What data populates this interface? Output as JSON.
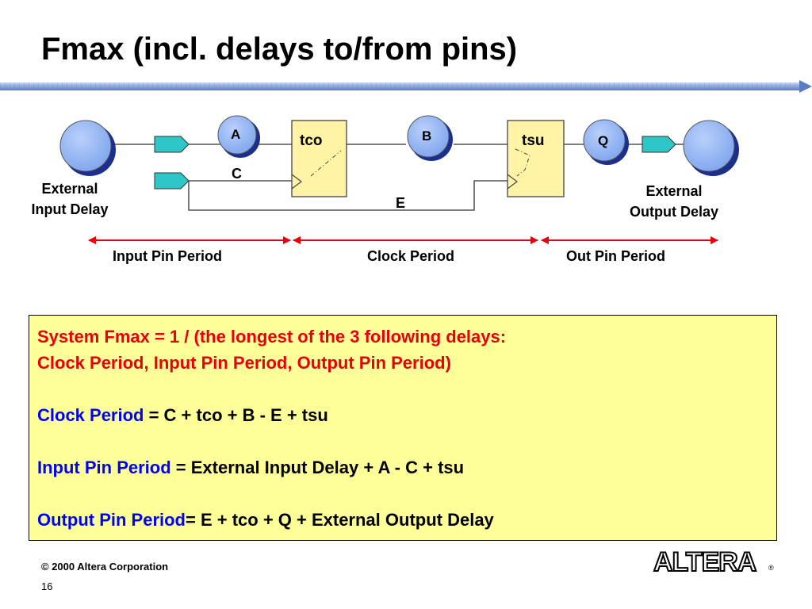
{
  "slide": {
    "title": "Fmax (incl. delays to/from pins)",
    "footer": "© 2000 Altera Corporation",
    "page_number": "16",
    "logo_text": "ALTERA",
    "logo_mark": "®"
  },
  "diagram": {
    "node_a": "A",
    "node_b": "B",
    "node_q": "Q",
    "reg1_label": "tco",
    "reg2_label": "tsu",
    "wire_c": "C",
    "wire_e": "E",
    "ext_input_delay": [
      "External",
      "Input Delay"
    ],
    "ext_output_delay": [
      "External",
      "Output Delay"
    ],
    "periods": {
      "input": "Input Pin Period",
      "clock": "Clock Period",
      "output": "Out Pin Period"
    }
  },
  "formula_box": {
    "line1": "System Fmax = 1 / (the longest of the 3 following delays:",
    "line2": "Clock Period, Input Pin Period, Output Pin Period)",
    "clock": {
      "term": "Clock Period",
      "expr": " = C + tco + B - E + tsu"
    },
    "input": {
      "term": "Input Pin Period",
      "expr": " = External Input Delay + A - C + tsu"
    },
    "output": {
      "term": "Output Pin Period",
      "expr": "= E + tco + Q + External Output Delay"
    }
  },
  "colors": {
    "title_bar": "#6d8fd0",
    "node_fill": "#89aef2",
    "node_shadow": "#1c2f8c",
    "register_fill": "#fff4a6",
    "pin_fill": "#2ec6c6",
    "arrow": "#e8000b",
    "box_fill": "#ffff99"
  }
}
